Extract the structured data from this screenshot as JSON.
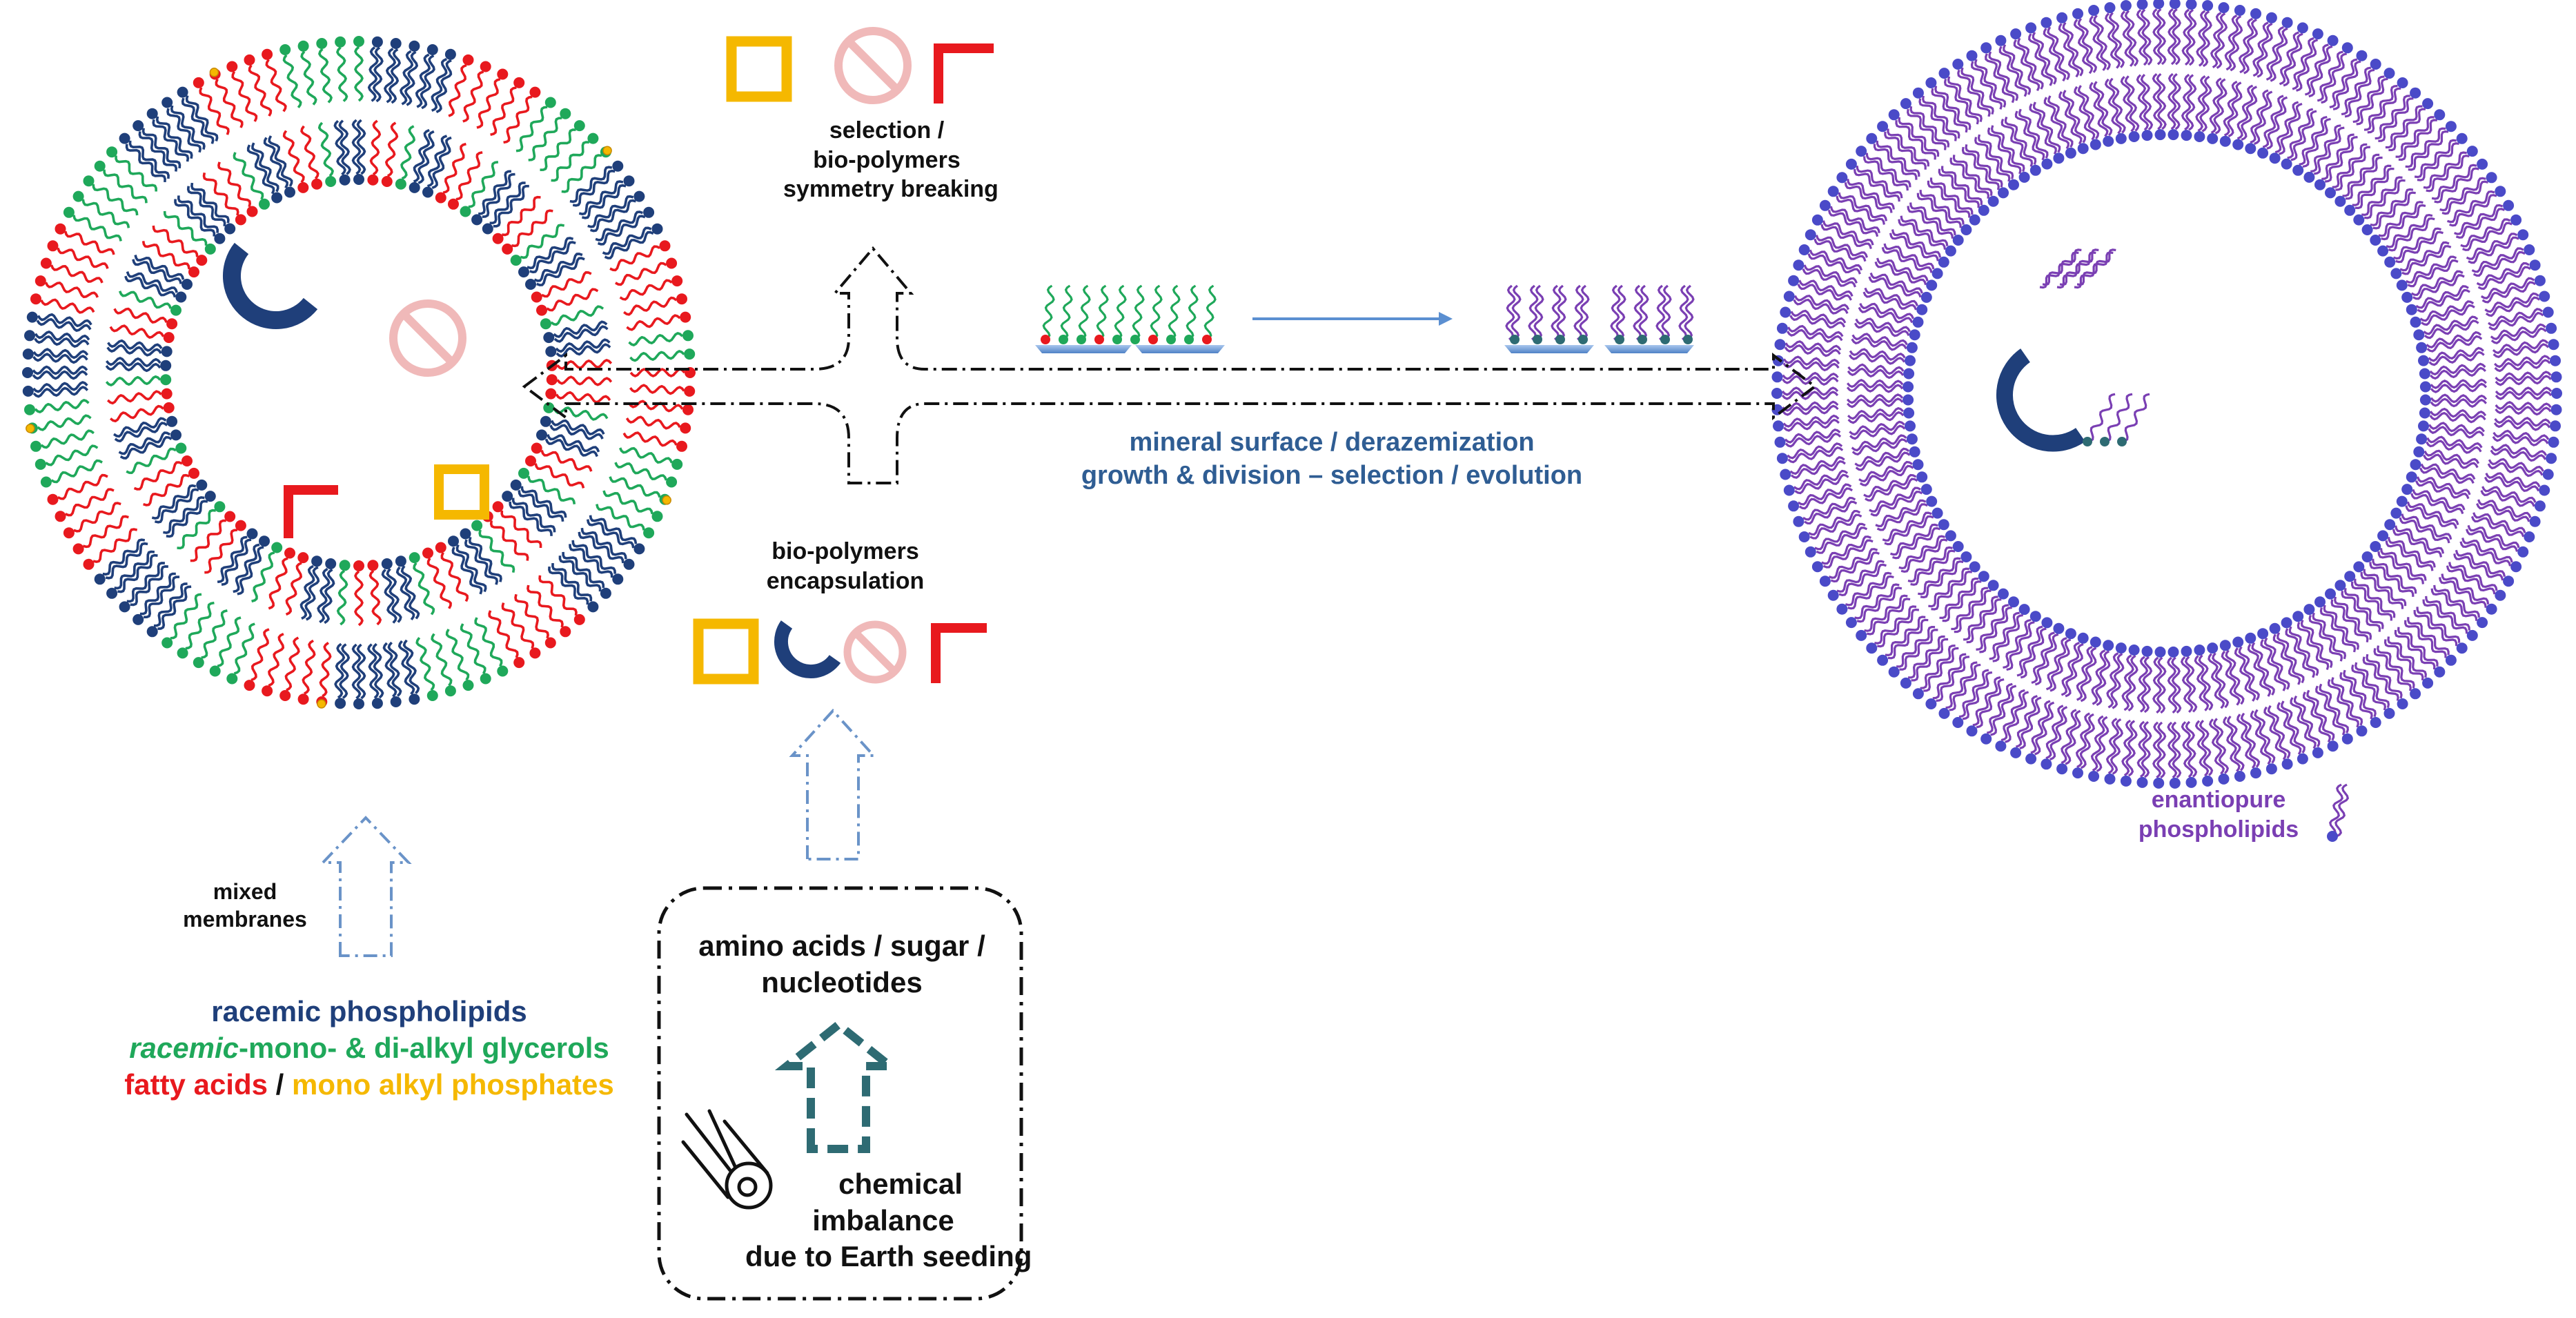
{
  "top_branch": {
    "line1": "selection /",
    "line2": "bio-polymers",
    "line3": "symmetry breaking"
  },
  "bottom_branch": {
    "line1": "bio-polymers",
    "line2": "encapsulation"
  },
  "main_path": {
    "line1": "mineral surface / derazemization",
    "line2": "growth & division – selection / evolution"
  },
  "mixed": {
    "line1": "mixed",
    "line2": "membranes"
  },
  "legend": {
    "racemic_phospholipids": "racemic phospholipids",
    "racemic_word": "racemic",
    "mono_di": "-mono- & di-alkyl glycerols",
    "fatty_acids": "fatty acids",
    "slash": " / ",
    "mono_alkyl": "mono alkyl phosphates"
  },
  "box": {
    "line1": "amino acids / sugar /",
    "line2": "nucleotides",
    "chem1": "chemical",
    "chem2": "imbalance",
    "chem3": "due to Earth seeding"
  },
  "enantio": {
    "line1": "enantiopure",
    "line2": "phospholipids"
  },
  "colors": {
    "phospholipid": "#1f3f7a",
    "glycerol": "#1fa85a",
    "fatty_acid": "#e8191e",
    "phosphate": "#f5b800",
    "enantiopure": "#7a3fb3",
    "teal": "#2e6b73"
  },
  "icons": [
    "yellow-square-icon",
    "forbidden-sign-icon",
    "red-corner-icon",
    "navy-crescent-icon",
    "meteor-icon"
  ]
}
